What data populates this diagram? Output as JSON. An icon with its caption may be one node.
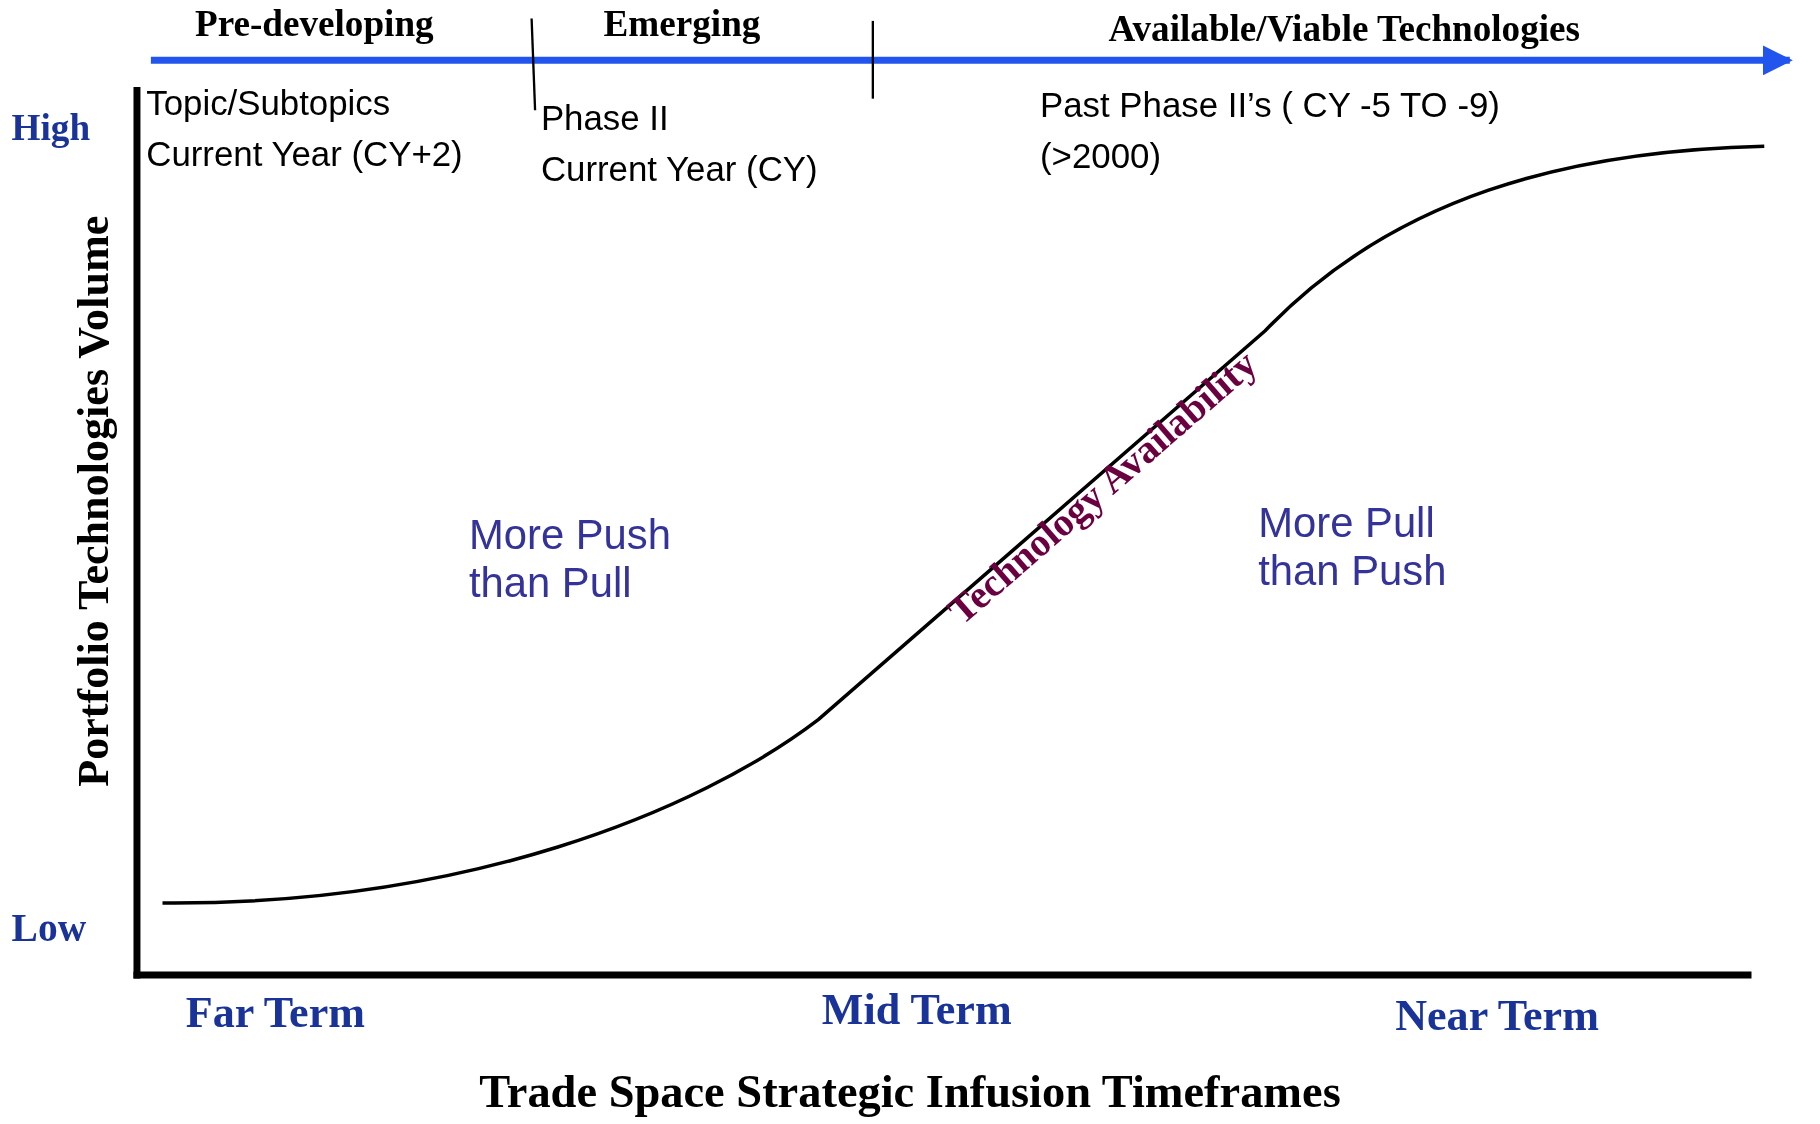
{
  "diagram": {
    "caption": "Trade Space Strategic Infusion Timeframes",
    "labels": [
      "Pre-developing",
      "Emerging",
      "Available/Viable Technologies",
      "High",
      "Topic/Subtopics",
      "Current Year (CY+2)",
      "Phase II",
      "Current Year (CY)",
      "Past Phase II’s ( CY -5 TO -9)",
      "(>2000)",
      "Portfolio Technologies Volume",
      "Technology Availability",
      "More Push than Pull",
      "More Pull than Push",
      "Low",
      "Far Term",
      "Mid Term",
      "Near Term"
    ]
  }
}
